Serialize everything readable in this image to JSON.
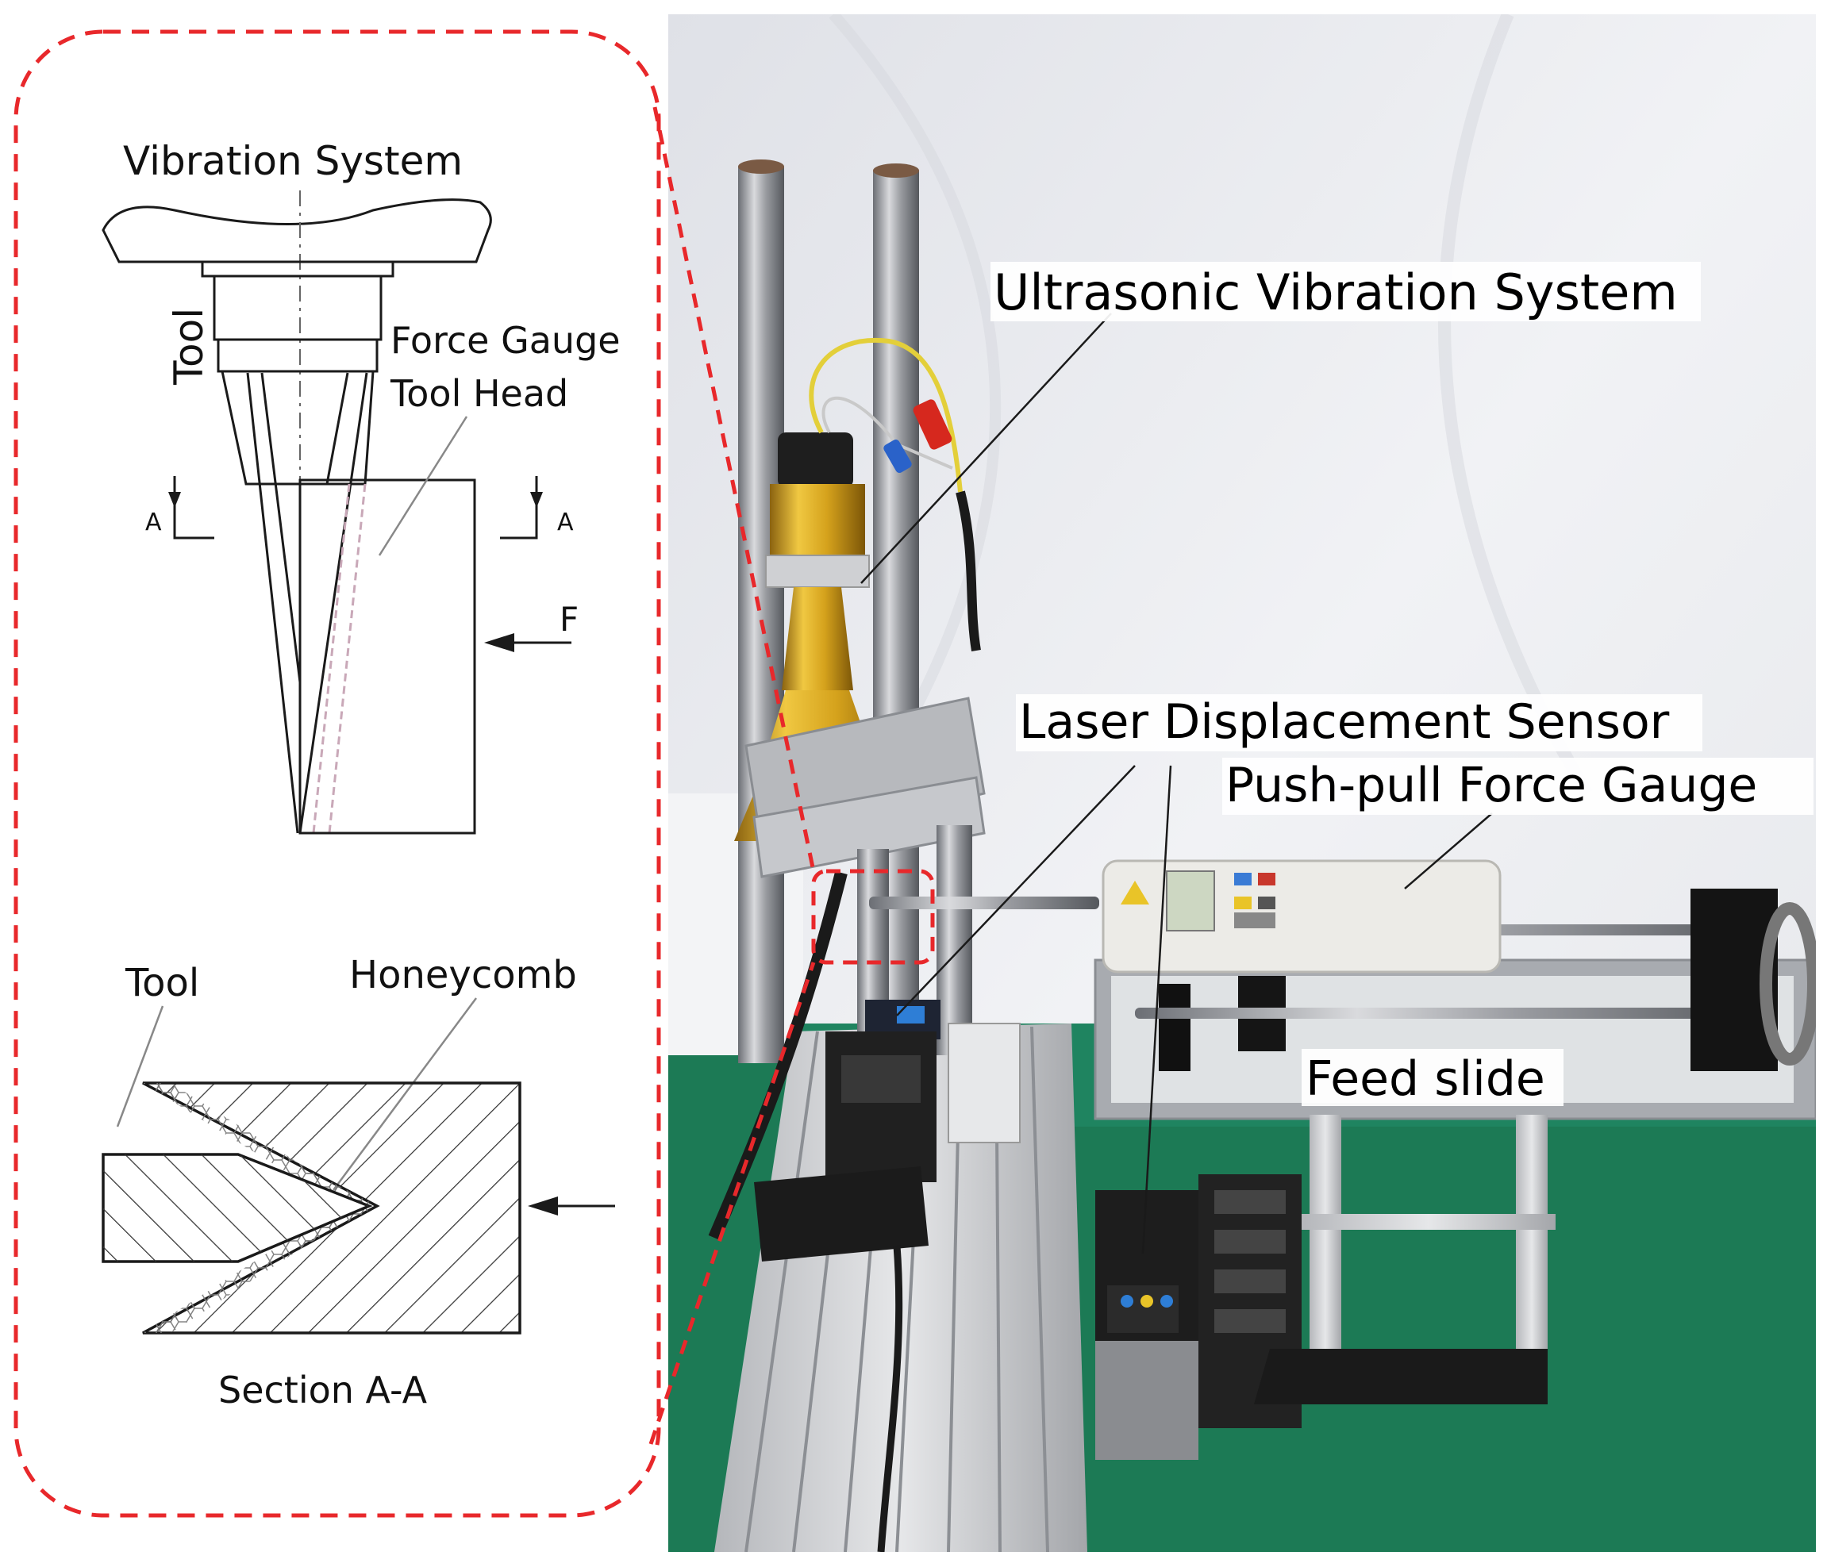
{
  "schematic": {
    "top_title": "Vibration System",
    "tool_vertical": "Tool",
    "force_gauge": "Force Gauge",
    "tool_head": "Tool Head",
    "section_mark_left": "A",
    "section_mark_right": "A",
    "force_symbol": "F",
    "section_tool": "Tool",
    "section_honeycomb": "Honeycomb",
    "section_caption": "Section A-A"
  },
  "photo": {
    "ultrasonic_vibration_system": "Ultrasonic Vibration System",
    "laser_displacement_sensor": "Laser Displacement Sensor",
    "push_pull_force_gauge": "Push-pull Force Gauge",
    "feed_slide": "Feed slide"
  },
  "colors": {
    "callout_dashed": "#e8282b",
    "photo_wall": "#ecedf1",
    "green_table": "#1c7a55",
    "yellow_horn": "#d8a726",
    "gauge_body": "#ecebe7"
  }
}
